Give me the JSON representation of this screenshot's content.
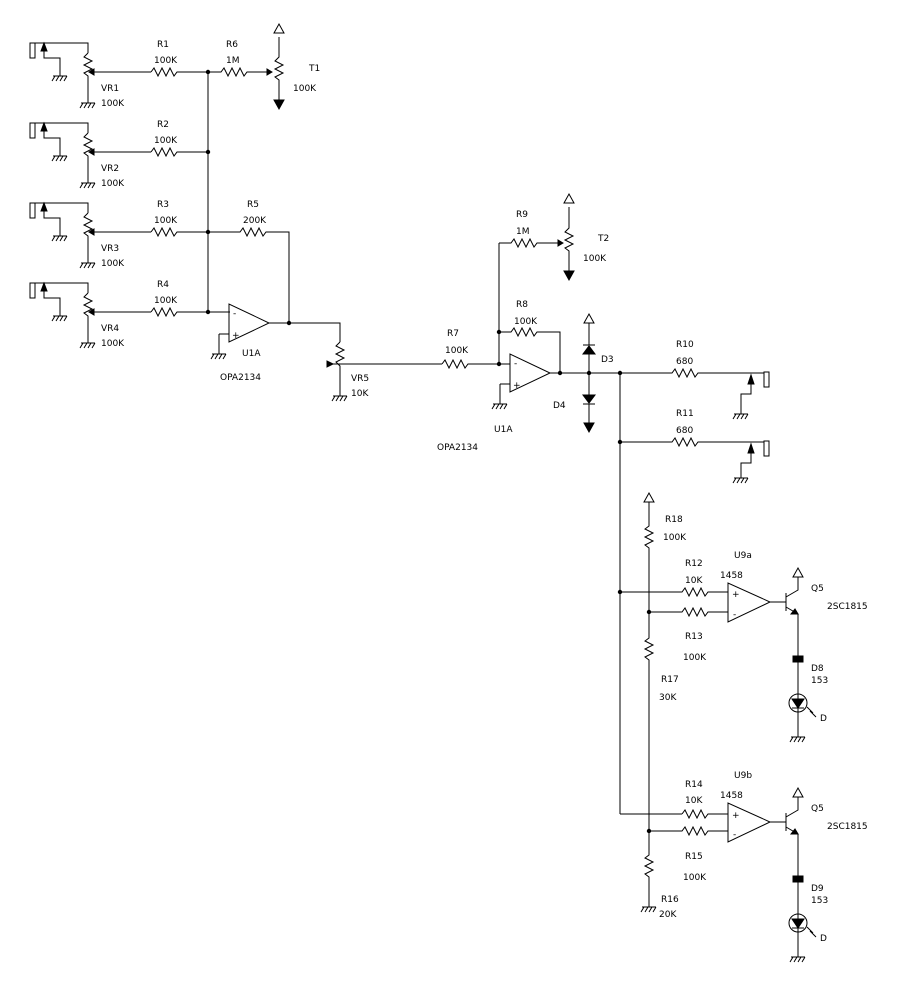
{
  "mixer": {
    "channels": [
      {
        "pot_ref": "VR1",
        "pot_val": "100K",
        "res_ref": "R1",
        "res_val": "100K"
      },
      {
        "pot_ref": "VR2",
        "pot_val": "100K",
        "res_ref": "R2",
        "res_val": "100K"
      },
      {
        "pot_ref": "VR3",
        "pot_val": "100K",
        "res_ref": "R3",
        "res_val": "100K"
      },
      {
        "pot_ref": "VR4",
        "pot_val": "100K",
        "res_ref": "R4",
        "res_val": "100K"
      }
    ],
    "r6": {
      "ref": "R6",
      "val": "1M"
    },
    "t1": {
      "ref": "T1",
      "val": "100K"
    },
    "r5": {
      "ref": "R5",
      "val": "200K"
    },
    "u1": {
      "ref": "U1A",
      "part": "OPA2134"
    },
    "vr5": {
      "ref": "VR5",
      "val": "10K"
    }
  },
  "amp": {
    "r7": {
      "ref": "R7",
      "val": "100K"
    },
    "r9": {
      "ref": "R9",
      "val": "1M"
    },
    "t2": {
      "ref": "T2",
      "val": "100K"
    },
    "r8": {
      "ref": "R8",
      "val": "100K"
    },
    "u1": {
      "ref": "U1A",
      "part": "OPA2134"
    },
    "d3": {
      "ref": "D3"
    },
    "d4": {
      "ref": "D4"
    },
    "r10": {
      "ref": "R10",
      "val": "680"
    },
    "r11": {
      "ref": "R11",
      "val": "680"
    }
  },
  "meter": {
    "r18": {
      "ref": "R18",
      "val": "100K"
    },
    "r17": {
      "ref": "R17",
      "val": "30K"
    },
    "r16": {
      "ref": "R16",
      "val": "20K"
    },
    "u9a": {
      "ref": "U9a",
      "part": "1458"
    },
    "u9b": {
      "ref": "U9b",
      "part": "1458"
    },
    "r12": {
      "ref": "R12",
      "val": "10K"
    },
    "r13": {
      "ref": "R13",
      "val": "100K"
    },
    "r14": {
      "ref": "R14",
      "val": "10K"
    },
    "r15": {
      "ref": "R15",
      "val": "100K"
    },
    "q_top": {
      "ref": "Q5",
      "part": "2SC1815"
    },
    "q_bot": {
      "ref": "Q5",
      "part": "2SC1815"
    },
    "d8": {
      "ref": "D8",
      "val": "153"
    },
    "d9": {
      "ref": "D9",
      "val": "153"
    },
    "led_top": {
      "label": "D"
    },
    "led_bot": {
      "label": "D"
    }
  },
  "opamp_marks": {
    "minus": "-",
    "plus": "+"
  }
}
